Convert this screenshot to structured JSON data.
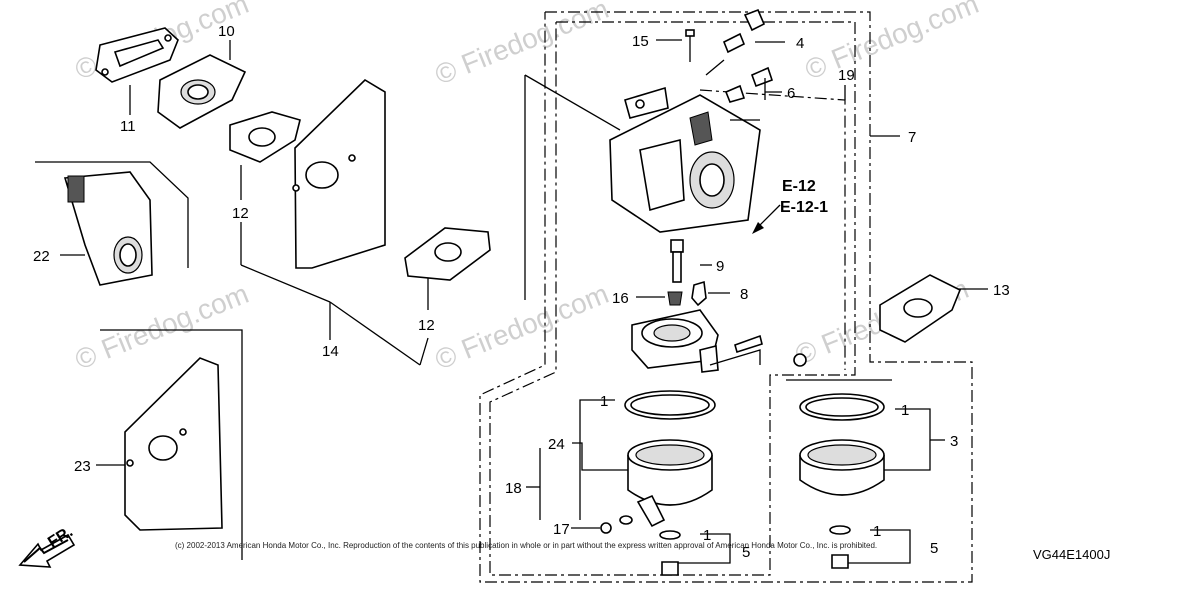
{
  "watermark": "© Firedog.com",
  "parts": {
    "p1a": "1",
    "p1b": "1",
    "p1c": "1",
    "p1d": "1",
    "p3": "3",
    "p4": "4",
    "p5a": "5",
    "p5b": "5",
    "p6": "6",
    "p7": "7",
    "p8": "8",
    "p9": "9",
    "p10": "10",
    "p11": "11",
    "p12a": "12",
    "p12b": "12",
    "p13": "13",
    "p14": "14",
    "p15": "15",
    "p16": "16",
    "p17": "17",
    "p18": "18",
    "p19": "19",
    "p22": "22",
    "p23": "23",
    "p24": "24"
  },
  "refs": {
    "r1": "E-12",
    "r2": "E-12-1"
  },
  "direction": "FR.",
  "diagram_code": "VG44E1400J",
  "copyright": "(c) 2002-2013 American Honda Motor Co., Inc. Reproduction of the contents of this publication in whole or in part without the express written approval of American Honda Motor Co., Inc. is prohibited."
}
